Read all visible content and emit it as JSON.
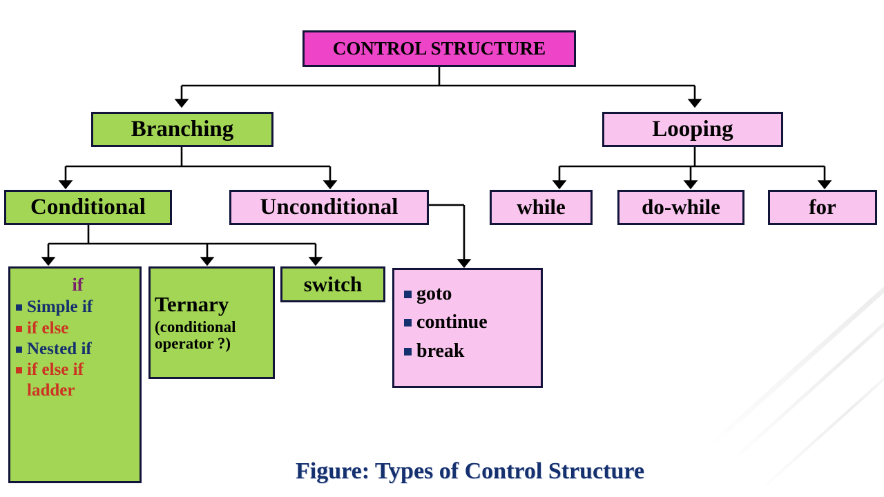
{
  "figure": {
    "caption": "Figure: Types of Control Structure",
    "caption_color": "#15306e"
  },
  "palette": {
    "green": "#a3d655",
    "pink": "#f9c5ee",
    "magenta": "#ee45c8",
    "border": "#12143a",
    "navy_text": "#15306e",
    "red_text": "#cc3322",
    "purple_text": "#7a1f6b"
  },
  "chart_data": {
    "type": "diagram",
    "title": "CONTROL STRUCTURE",
    "nodes": [
      {
        "id": "root",
        "label": "CONTROL STRUCTURE",
        "color": "magenta"
      },
      {
        "id": "branching",
        "label": "Branching",
        "color": "green"
      },
      {
        "id": "looping",
        "label": "Looping",
        "color": "pink"
      },
      {
        "id": "conditional",
        "label": "Conditional",
        "color": "green"
      },
      {
        "id": "unconditional",
        "label": "Unconditional",
        "color": "pink"
      },
      {
        "id": "while",
        "label": "while",
        "color": "pink"
      },
      {
        "id": "do-while",
        "label": "do-while",
        "color": "pink"
      },
      {
        "id": "for",
        "label": "for",
        "color": "pink"
      },
      {
        "id": "if",
        "label": "if",
        "color": "green"
      },
      {
        "id": "ternary",
        "label": "Ternary",
        "color": "green"
      },
      {
        "id": "switch",
        "label": "switch",
        "color": "green"
      },
      {
        "id": "jump",
        "label": "goto / continue / break",
        "color": "pink"
      }
    ],
    "edges": [
      [
        "root",
        "branching"
      ],
      [
        "root",
        "looping"
      ],
      [
        "branching",
        "conditional"
      ],
      [
        "branching",
        "unconditional"
      ],
      [
        "conditional",
        "if"
      ],
      [
        "conditional",
        "ternary"
      ],
      [
        "conditional",
        "switch"
      ],
      [
        "unconditional",
        "jump"
      ],
      [
        "looping",
        "while"
      ],
      [
        "looping",
        "do-while"
      ],
      [
        "looping",
        "for"
      ]
    ]
  },
  "root": {
    "label": "CONTROL STRUCTURE"
  },
  "branching": {
    "label": "Branching"
  },
  "looping": {
    "label": "Looping"
  },
  "conditional": {
    "label": "Conditional"
  },
  "unconditional": {
    "label": "Unconditional"
  },
  "loop_nodes": {
    "while": "while",
    "do_while": "do-while",
    "for": "for"
  },
  "if_box": {
    "heading": "if",
    "items": [
      {
        "text": "Simple if",
        "color": "#15306e"
      },
      {
        "text": "if else",
        "color": "#cc3322"
      },
      {
        "text": "Nested if",
        "color": "#15306e"
      },
      {
        "text": "if else if",
        "color": "#cc3322"
      },
      {
        "text": "ladder",
        "color": "#cc3322"
      }
    ]
  },
  "ternary_box": {
    "line1": "Ternary",
    "line2": "(conditional",
    "line3": "operator ?)"
  },
  "switch_box": {
    "label": "switch"
  },
  "jump_box": {
    "items": [
      "goto",
      "continue",
      "break"
    ]
  }
}
